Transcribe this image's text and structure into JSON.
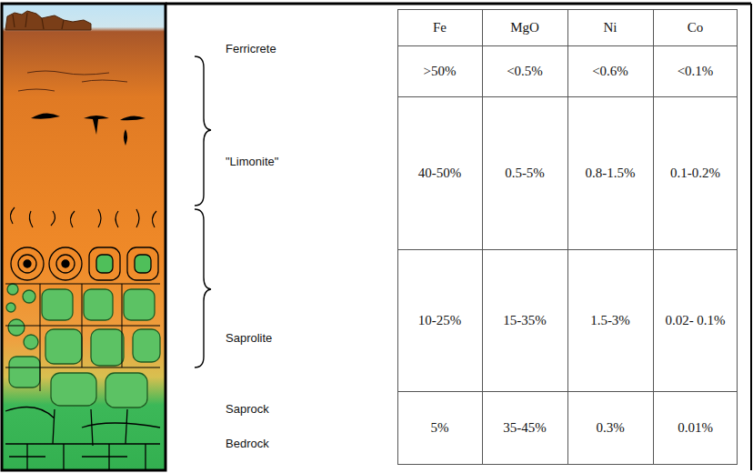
{
  "diagram": {
    "labels": [
      "Ferricrete",
      "\"Limonite\"",
      "Saprolite",
      "Saprock",
      "Bedrock",
      "Fe",
      "MgO",
      "Ni",
      "Co",
      ">50%",
      "<0.5%",
      "<0.6%",
      "<0.1%",
      "40-50%",
      "0.5-5%",
      "0.8-1.5%",
      "0.1-0.2%",
      "10-25%",
      "15-35%",
      "1.5-3%",
      "0.02- 0.1%",
      "5%",
      "35-45%",
      "0.3%",
      "0.01%"
    ]
  }
}
